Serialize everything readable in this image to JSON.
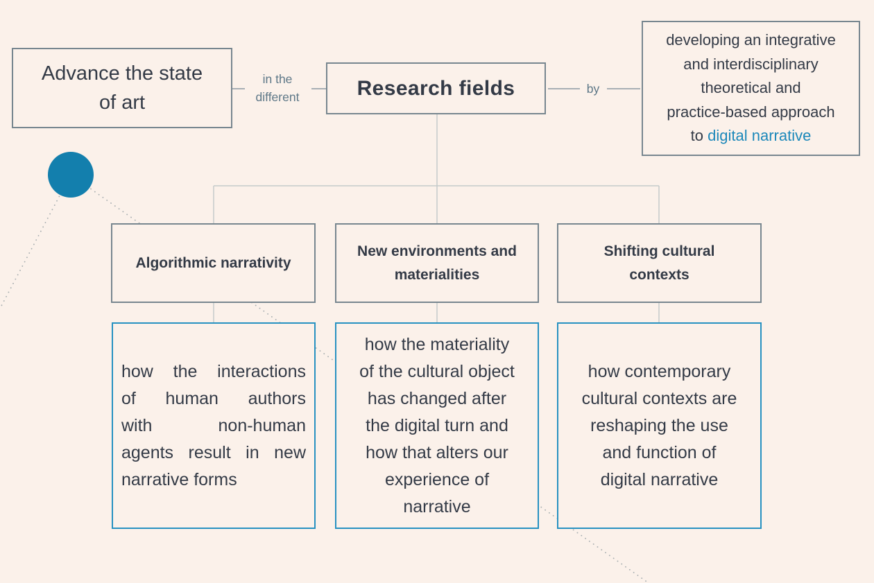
{
  "palette": {
    "background": "#fbf1ea",
    "box_border_slate": "#77868f",
    "tree_line_gray": "#c5caca",
    "label_line_slate": "#8b99a2",
    "dotted_line_gray": "#a7aeb0",
    "text_dark": "#333a46",
    "connector_label_slate": "#5d7787",
    "link_blue": "#1c88ba",
    "description_border_blue": "#2691c1",
    "dot_fill_blue": "#137fad"
  },
  "goal_box": {
    "lines": [
      "Advance the state",
      "of art"
    ]
  },
  "connector_left": {
    "label_lines": [
      "in the",
      "different"
    ]
  },
  "root_box": {
    "label": "Research fields"
  },
  "connector_right": {
    "label": "by"
  },
  "approach_box": {
    "lines": [
      "developing an integrative",
      "and interdisciplinary",
      "theoretical and",
      "practice-based approach"
    ],
    "last_line_prefix": "to ",
    "link_text": "digital narrative"
  },
  "categories": [
    {
      "label_lines": [
        "Algorithmic narrativity"
      ],
      "description_lines": [
        "how the interactions",
        "of human authors",
        "with non-human",
        "agents result in new",
        "narrative forms"
      ]
    },
    {
      "label_lines": [
        "New environments and",
        "materialities"
      ],
      "description_lines": [
        "how the materiality",
        "of the cultural object",
        "has changed after",
        "the digital turn and",
        "how that alters our",
        "experience of",
        "narrative"
      ]
    },
    {
      "label_lines": [
        "Shifting cultural",
        "contexts"
      ],
      "description_lines": [
        "how contemporary",
        "cultural contexts are",
        "reshaping the use",
        "and function of",
        "digital narrative"
      ]
    }
  ]
}
